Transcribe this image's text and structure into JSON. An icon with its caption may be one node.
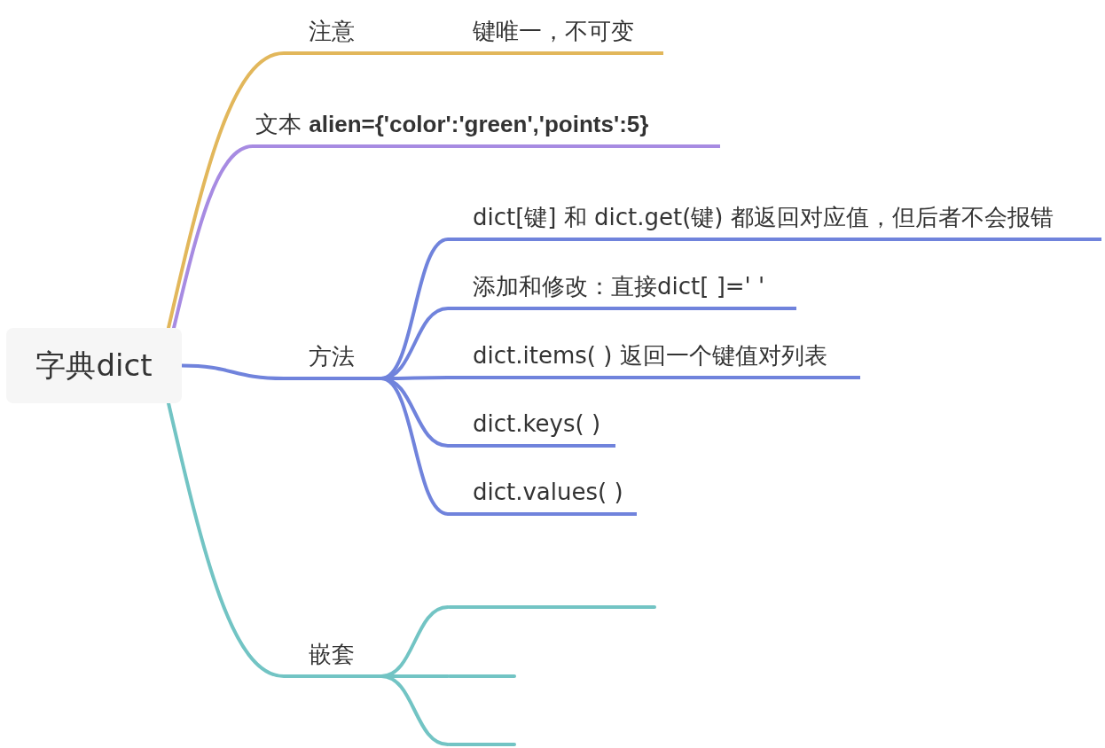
{
  "diagram": {
    "nodes": [
      {
        "text": [
          "字典dict"
        ]
      },
      {
        "text": [
          "注意"
        ]
      },
      {
        "text": [
          "键唯一，不可变"
        ]
      },
      {
        "text": [
          "文本 **alien={'color':'green','points':5}**"
        ]
      },
      {
        "text": [
          "方法"
        ]
      },
      {
        "text": [
          "dict[键] 和 dict.get(键) 都返回对应值，但后者不会报错"
        ]
      },
      {
        "text": [
          "添加和修改：直接dict[ ]=' '"
        ]
      },
      {
        "text": [
          "dict.items( ) 返回一个键值对列表"
        ]
      },
      {
        "text": [
          "dict.keys( )"
        ]
      },
      {
        "text": [
          "dict.values( )"
        ]
      },
      {
        "text": [
          "嵌套"
        ]
      },
      {
        "text": [],
        "shape": "line"
      },
      {
        "text": [],
        "shape": "line"
      },
      {
        "text": [],
        "shape": "line"
      }
    ],
    "edges": [
      {
        "from": 0,
        "to": 1,
        "arrow": "none",
        "color": "#e2b75b"
      },
      {
        "from": 1,
        "to": 2,
        "arrow": "none",
        "color": "#e2b75b"
      },
      {
        "from": 0,
        "to": 3,
        "arrow": "none",
        "color": "#a78be2"
      },
      {
        "from": 0,
        "to": 4,
        "arrow": "none"
      },
      {
        "from": 4,
        "to": 5,
        "arrow": "none"
      },
      {
        "from": 4,
        "to": 6,
        "arrow": "none"
      },
      {
        "from": 4,
        "to": 7,
        "arrow": "none"
      },
      {
        "from": 4,
        "to": 8,
        "arrow": "none"
      },
      {
        "from": 4,
        "to": 9,
        "arrow": "none"
      },
      {
        "from": 0,
        "to": 10,
        "arrow": "none",
        "color": "#72c4c4"
      },
      {
        "from": 10,
        "to": 11,
        "arrow": "none",
        "color": "#72c4c4"
      },
      {
        "from": 10,
        "to": 12,
        "arrow": "none",
        "color": "#72c4c4"
      },
      {
        "from": 10,
        "to": 13,
        "arrow": "none",
        "color": "#72c4c4"
      }
    ]
  }
}
